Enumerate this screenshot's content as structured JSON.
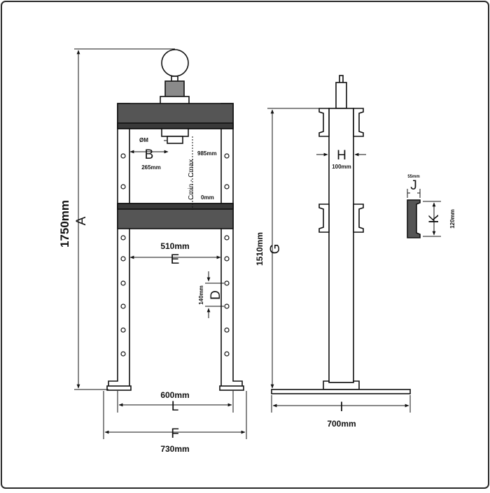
{
  "dimensions": {
    "total_height": {
      "letter": "A",
      "value": "1750mm"
    },
    "ram_offset": {
      "letter": "B",
      "value": "265mm"
    },
    "ram_diameter": {
      "letter": "ØM"
    },
    "stroke": {
      "label": "Cmin - Cmax",
      "max": "985mm",
      "min": "0mm"
    },
    "hole_pitch": {
      "letter": "D",
      "value": "140mm"
    },
    "inner_width": {
      "letter": "E",
      "value": "510mm"
    },
    "outer_width": {
      "letter": "F",
      "value": "730mm"
    },
    "leg_height": {
      "letter": "G",
      "value": "1510mm"
    },
    "post_width": {
      "letter": "H",
      "value": "100mm"
    },
    "base_length": {
      "letter": "I",
      "value": "700mm"
    },
    "channel_width": {
      "letter": "J",
      "value": "55mm"
    },
    "channel_height": {
      "letter": "K",
      "value": "120mm"
    },
    "feet_width": {
      "letter": "L",
      "value": "600mm"
    }
  },
  "colors": {
    "line": "#111111",
    "frame_fill": "#ffffff",
    "beam_fill": "#555555",
    "beam_band": "#3a3a3a",
    "border": "#2a2a2a"
  }
}
